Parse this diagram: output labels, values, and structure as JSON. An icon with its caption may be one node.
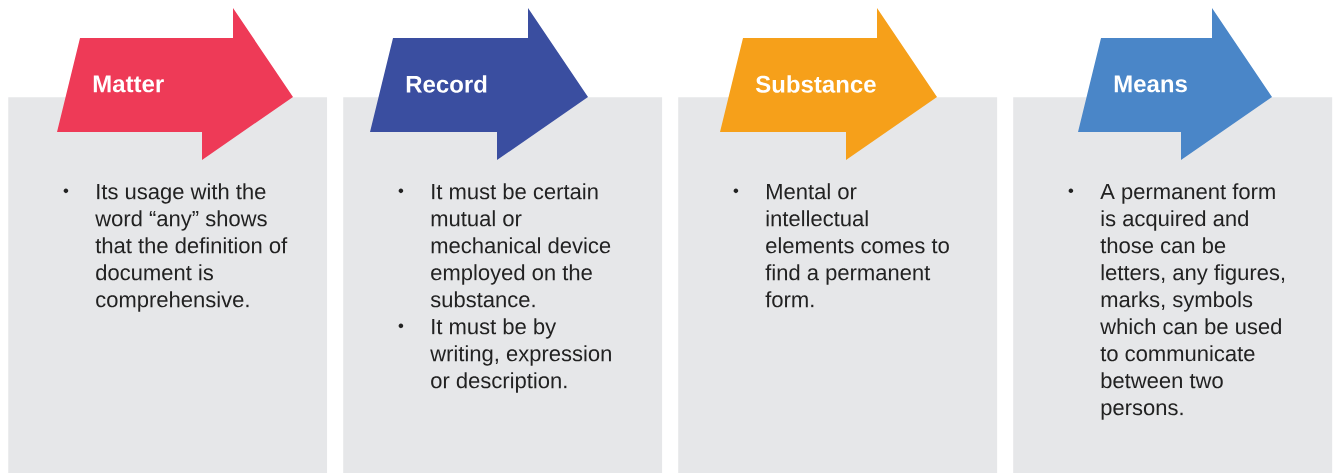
{
  "diagram": {
    "nodes": [
      {
        "text": [
          "Matter"
        ]
      },
      {
        "text": [
          "Its usage with the word “any” shows that the definition of document is comprehensive."
        ]
      },
      {
        "text": [
          "Record"
        ]
      },
      {
        "text": [
          "It must be certain mutual or mechanical device employed on the substance.",
          "It must be by writing, expression or description."
        ]
      },
      {
        "text": [
          "Substance"
        ]
      },
      {
        "text": [
          "Mental or intellectual elements comes to find a permanent form."
        ]
      },
      {
        "text": [
          "Means"
        ]
      },
      {
        "text": [
          "A permanent form is acquired and those can be letters, any figures, marks, symbols which can be used to communicate between two persons."
        ]
      }
    ]
  }
}
